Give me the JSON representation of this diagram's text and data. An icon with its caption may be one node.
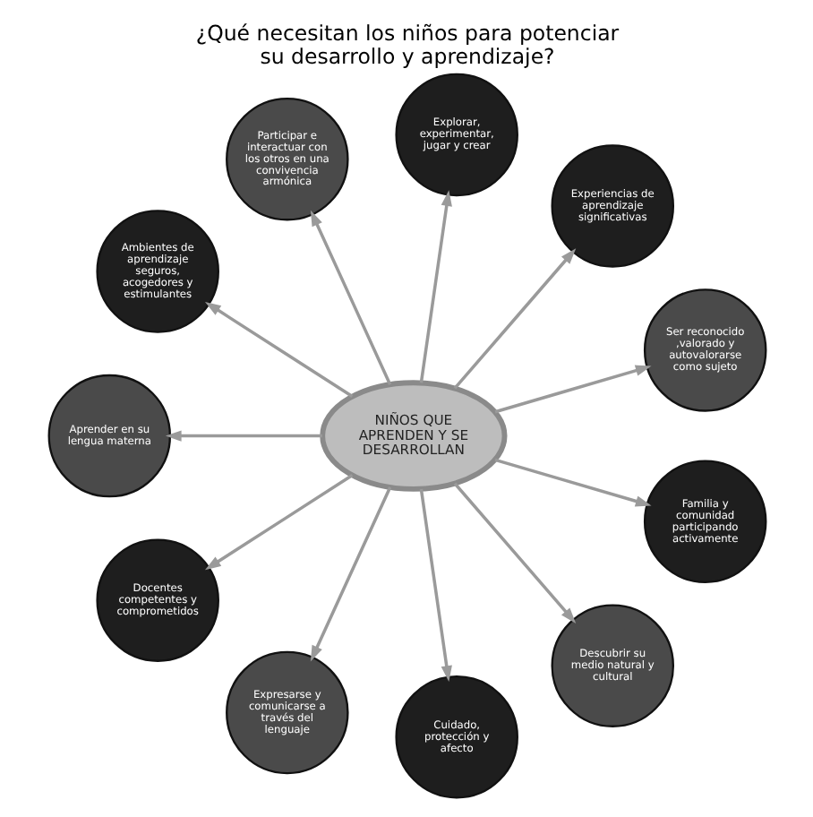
{
  "diagram": {
    "title": "¿Qué necesitan los niños para potenciar su desarrollo y aprendizaje?",
    "nodes": [
      {
        "text": [
          "NIÑOS QUE APRENDEN Y SE DESARROLLAN"
        ]
      },
      {
        "text": [
          "Ser reconocido ,valorado y autovalorarse como sujeto"
        ]
      },
      {
        "text": [
          "Experiencias de aprendizaje significativas"
        ]
      },
      {
        "text": [
          "Explorar, experimentar, jugar y crear"
        ]
      },
      {
        "text": [
          "Participar e interactuar con los otros en una convivencia armónica"
        ]
      },
      {
        "text": [
          "Ambientes de aprendizaje seguros, acogedores y estimulantes"
        ]
      },
      {
        "text": [
          "Aprender en su lengua materna"
        ]
      },
      {
        "text": [
          "Docentes competentes y comprometidos"
        ]
      },
      {
        "text": [
          "Expresarse y comunicarse a través del lenguaje"
        ]
      },
      {
        "text": [
          "Cuidado, protección y afecto"
        ]
      },
      {
        "text": [
          "Descubrir su medio natural y cultural"
        ]
      },
      {
        "text": [
          "Familia y comunidad participando activamente"
        ]
      }
    ],
    "edges": [
      {
        "from": 0,
        "to": 1,
        "arrow": "to"
      },
      {
        "from": 0,
        "to": 2,
        "arrow": "to"
      },
      {
        "from": 0,
        "to": 3,
        "arrow": "to"
      },
      {
        "from": 0,
        "to": 5,
        "arrow": "to"
      },
      {
        "from": 0,
        "to": 7,
        "arrow": "to"
      },
      {
        "from": 0,
        "to": 9,
        "arrow": "to"
      },
      {
        "from": 0,
        "to": 11,
        "arrow": "to"
      },
      {
        "from": 0,
        "to": 10,
        "arrow": "to"
      },
      {
        "from": 0,
        "to": 8,
        "arrow": "to"
      },
      {
        "from": 0,
        "to": 6,
        "arrow": "to"
      },
      {
        "from": 0,
        "to": 4,
        "arrow": "to"
      }
    ]
  }
}
